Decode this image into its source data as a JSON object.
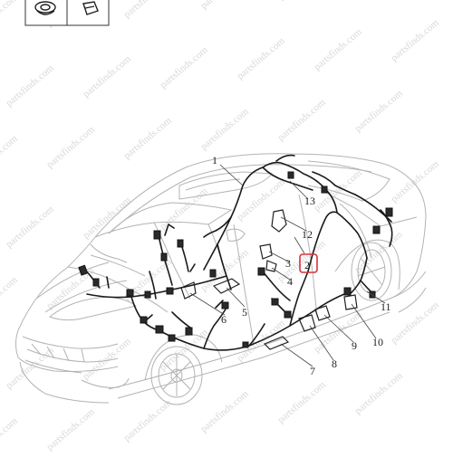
{
  "watermark": {
    "text": "partsfinds.com"
  },
  "callouts": [
    {
      "number": "1"
    },
    {
      "number": "2",
      "highlighted": true
    },
    {
      "number": "3"
    },
    {
      "number": "4"
    },
    {
      "number": "5"
    },
    {
      "number": "6"
    },
    {
      "number": "7"
    },
    {
      "number": "8"
    },
    {
      "number": "9"
    },
    {
      "number": "10"
    },
    {
      "number": "11"
    },
    {
      "number": "12"
    },
    {
      "number": "13"
    }
  ],
  "colors": {
    "harness": "#1a1a1a",
    "car_outline": "#b3b3b3",
    "highlight": "#d8323c",
    "watermark": "#c8c8c8"
  }
}
